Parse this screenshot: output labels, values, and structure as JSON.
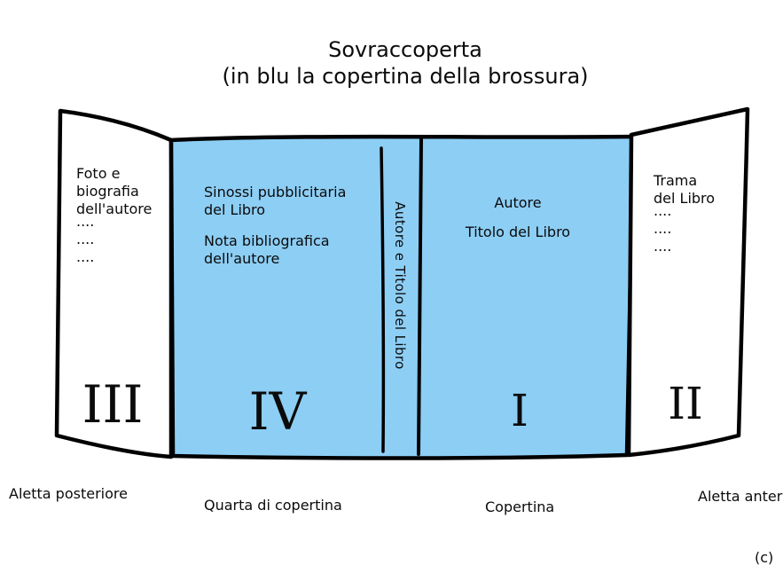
{
  "title": {
    "line1": "Sovraccoperta",
    "line2": "(in blu la copertina della brossura)"
  },
  "colors": {
    "brochure_cover_blue": "#8DCEF5",
    "outline_black": "#000000",
    "flap_white": "#ffffff"
  },
  "jacket": {
    "back_flap": {
      "content_lines": [
        "Foto e",
        "biografia",
        "dell'autore"
      ],
      "placeholder_dots": [
        "....",
        "....",
        "...."
      ],
      "numeral": "III",
      "caption": "Aletta posteriore"
    },
    "back_cover": {
      "block1_lines": [
        "Sinossi pubblicitaria",
        "del Libro"
      ],
      "block2_lines": [
        "Nota bibliografica",
        "dell'autore"
      ],
      "numeral": "IV",
      "caption": "Quarta di copertina"
    },
    "spine": {
      "vertical_text": "Autore e Titolo del Libro"
    },
    "front_cover": {
      "line1": "Autore",
      "line2": "Titolo del Libro",
      "numeral": "I",
      "caption": "Copertina"
    },
    "front_flap": {
      "content_lines": [
        "Trama",
        "del Libro"
      ],
      "placeholder_dots": [
        "....",
        "....",
        "...."
      ],
      "numeral": "II",
      "caption": "Aletta anter"
    }
  },
  "footer": {
    "credit": "(c)"
  }
}
